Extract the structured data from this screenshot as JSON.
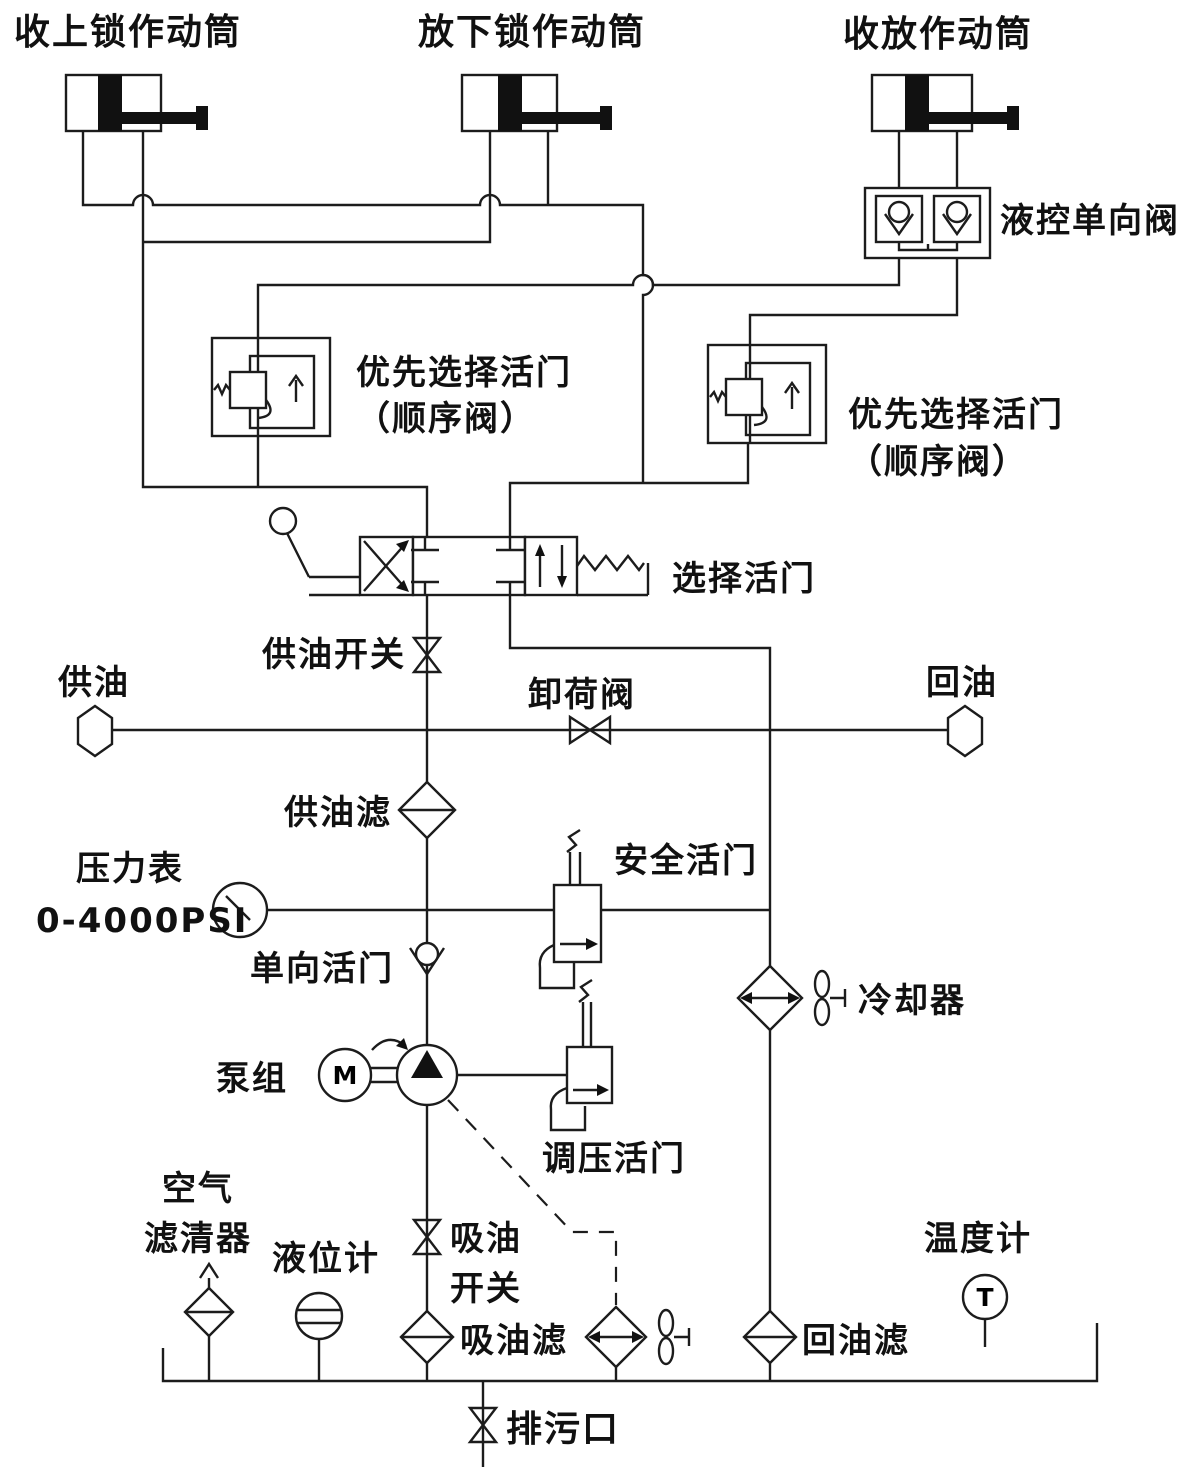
{
  "diagram": {
    "background": "#ffffff",
    "line_color": "#1c1c1c",
    "actuators": {
      "up_lock": "收上锁作动筒",
      "down_lock": "放下锁作动筒",
      "retract": "收放作动筒"
    },
    "valves": {
      "pilot_check": "液控单向阀",
      "priority_left_line1": "优先选择活门",
      "priority_left_line2": "（顺序阀）",
      "priority_right_line1": "优先选择活门",
      "priority_right_line2": "（顺序阀）",
      "selector": "选择活门",
      "supply_switch": "供油开关",
      "unloading": "卸荷阀",
      "safety": "安全活门",
      "check": "单向活门",
      "regulator": "调压活门",
      "suction_switch_line1": "吸油",
      "suction_switch_line2": "开关",
      "drain_port": "排污口"
    },
    "ports": {
      "supply": "供油",
      "return": "回油"
    },
    "filters": {
      "supply_filter": "供油滤",
      "suction_filter": "吸油滤",
      "return_filter": "回油滤",
      "air_filter_line1": "空气",
      "air_filter_line2": "滤清器"
    },
    "instruments": {
      "gauge_name": "压力表",
      "gauge_range": "0-4000PSI",
      "level_gauge": "液位计",
      "thermometer": "温度计",
      "thermometer_glyph": "T",
      "motor_glyph": "M"
    },
    "equipment": {
      "cooler": "冷却器",
      "pump_group": "泵组"
    }
  }
}
